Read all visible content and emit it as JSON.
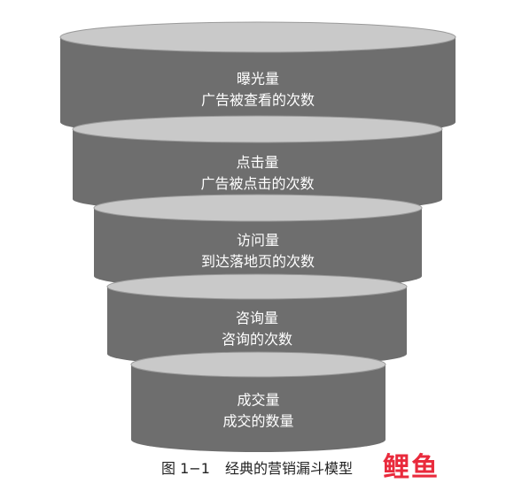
{
  "funnel": {
    "tiers": [
      {
        "title": "曝光量",
        "desc": "广告被查看的次数"
      },
      {
        "title": "点击量",
        "desc": "广告被点击的次数"
      },
      {
        "title": "访问量",
        "desc": "到达落地页的次数"
      },
      {
        "title": "咨询量",
        "desc": "咨询的次数"
      },
      {
        "title": "成交量",
        "desc": "成交的数量"
      }
    ],
    "colors": {
      "body": "#6e6e6e",
      "top": "#c9c9c9",
      "top_edge": "#9a9a9a",
      "text": "#ffffff"
    }
  },
  "caption": {
    "figure_no": "图 1−1",
    "title": "经典的营销漏斗模型"
  },
  "watermark": {
    "text": "鲤鱼"
  }
}
